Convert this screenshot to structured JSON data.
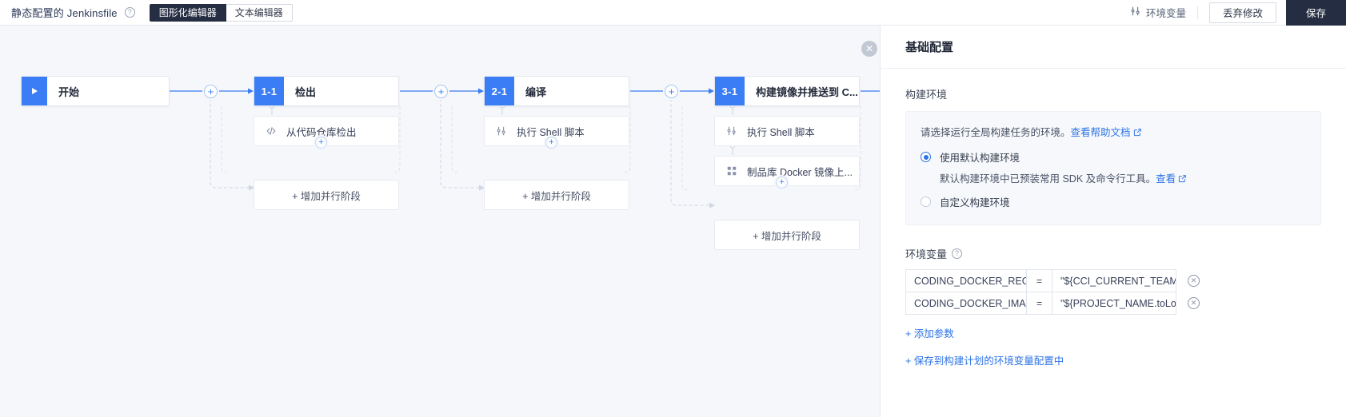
{
  "header": {
    "title": "静态配置的 Jenkinsfile",
    "help_icon": "question-icon",
    "tabs": [
      {
        "label": "图形化编辑器",
        "active": true
      },
      {
        "label": "文本编辑器",
        "active": false
      }
    ],
    "env_link": "环境变量",
    "env_icon": "sliders-icon",
    "discard_label": "丢弃修改",
    "save_label": "保存"
  },
  "flow": {
    "start": {
      "badge_icon": "play-icon",
      "name": "开始"
    },
    "add_stage_plus": "+",
    "stages": [
      {
        "badge": "1-1",
        "name": "检出",
        "steps": [
          {
            "icon": "code-icon",
            "label": "从代码仓库检出"
          }
        ],
        "add_step_plus": "+",
        "parallel_label": "+ 增加并行阶段"
      },
      {
        "badge": "2-1",
        "name": "编译",
        "steps": [
          {
            "icon": "sliders-icon",
            "label": "执行 Shell 脚本"
          }
        ],
        "add_step_plus": "+",
        "parallel_label": "+ 增加并行阶段"
      },
      {
        "badge": "3-1",
        "name": "构建镜像并推送到 C...",
        "steps": [
          {
            "icon": "sliders-icon",
            "label": "执行 Shell 脚本"
          },
          {
            "icon": "grid-icon",
            "label": "制品库 Docker 镜像上..."
          }
        ],
        "add_step_plus": "+",
        "parallel_label": "+ 增加并行阶段"
      }
    ]
  },
  "panel": {
    "close_icon": "close-icon",
    "title": "基础配置",
    "build_env": {
      "section_label": "构建环境",
      "description": "请选择运行全局构建任务的环境。",
      "doc_link": "查看帮助文档",
      "options": [
        {
          "label": "使用默认构建环境",
          "checked": true
        },
        {
          "label": "自定义构建环境",
          "checked": false
        }
      ],
      "default_note": "默认构建环境中已预装常用 SDK 及命令行工具。",
      "view_link": "查看"
    },
    "env_vars": {
      "title": "环境变量",
      "help_icon": "question-icon",
      "equals": "=",
      "rows": [
        {
          "key": "CODING_DOCKER_REG_H",
          "value": "\"${CCI_CURRENT_TEAM}-(",
          "delete_icon": "close-circle-icon"
        },
        {
          "key": "CODING_DOCKER_IMAGE",
          "value": "\"${PROJECT_NAME.toLow",
          "delete_icon": "close-circle-icon"
        }
      ],
      "add_param_link": "+ 添加参数",
      "save_to_plan_link": "+ 保存到构建计划的环境变量配置中"
    }
  },
  "colors": {
    "accent": "#3a7df4",
    "link": "#2d73e6",
    "dark": "#242d42",
    "canvas_bg": "#f5f7fa"
  }
}
